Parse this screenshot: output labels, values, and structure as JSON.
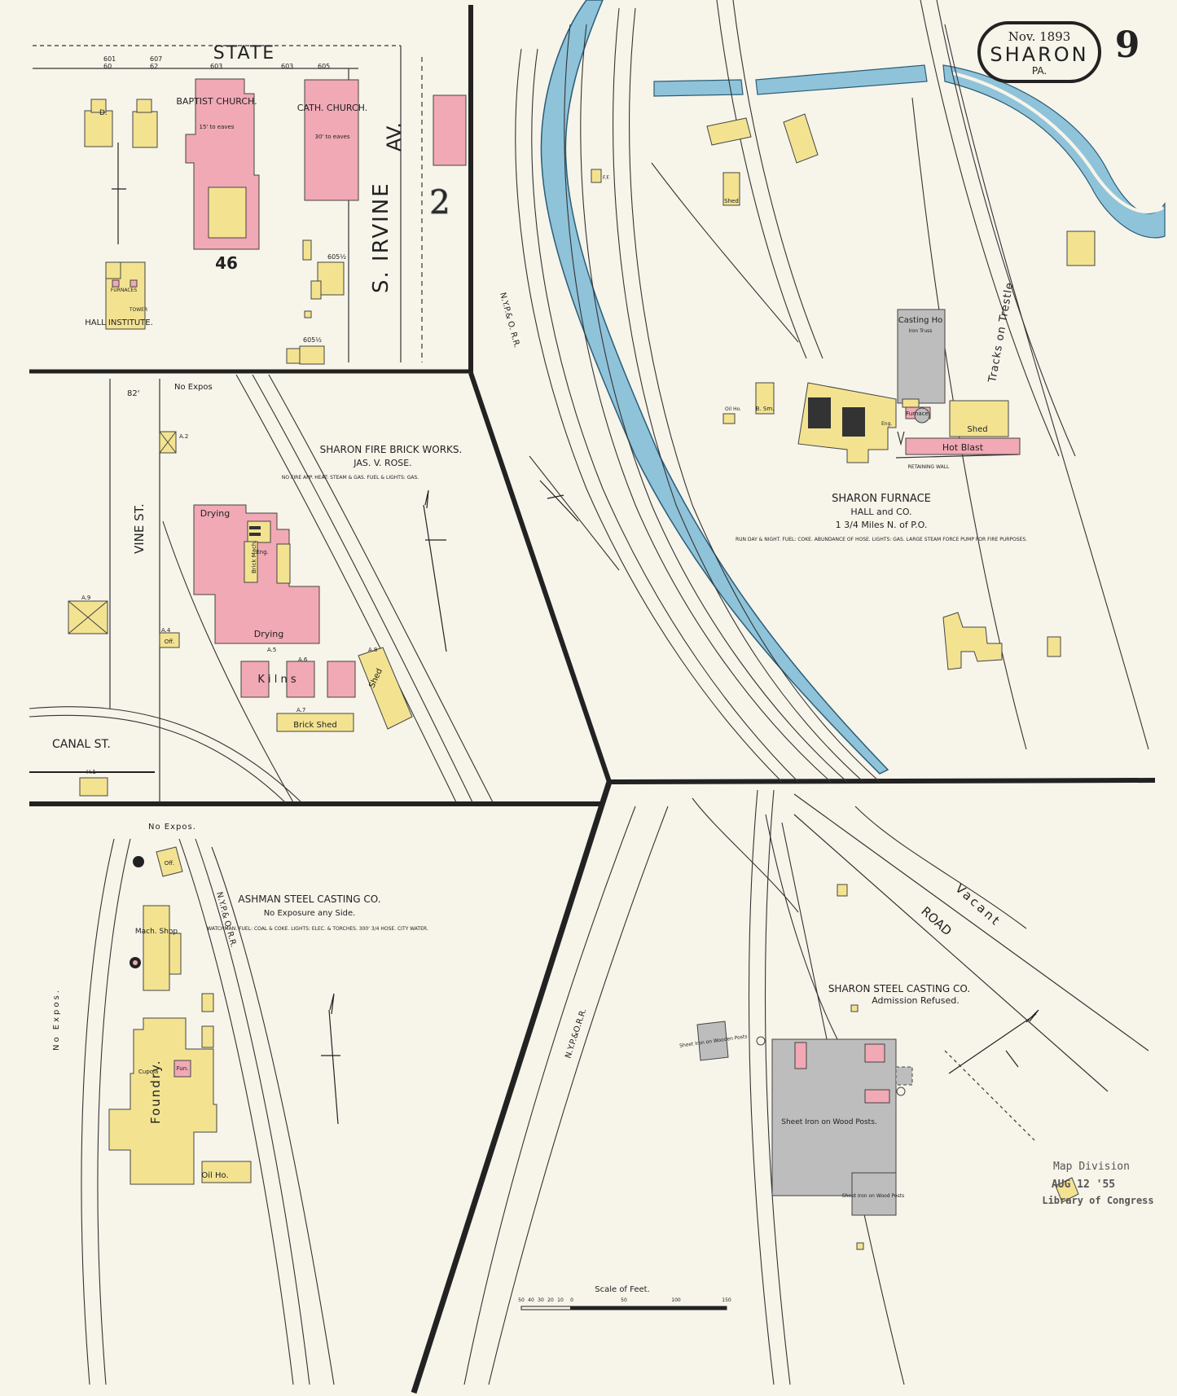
{
  "sheet": {
    "date": "Nov. 1893",
    "city": "SHARON",
    "state": "PA.",
    "page_number": "9"
  },
  "streets": {
    "state": "STATE",
    "s_irvine": "S. IRVINE",
    "av": "AV.",
    "vine": "VINE ST.",
    "canal": "CANAL ST.",
    "road": "ROAD",
    "vacant": "Vacant",
    "tracks_trestle": "Tracks on Trestle",
    "nyp_o_rr_1": "N.Y.P.& O. R.R.",
    "nyp_o_rr_2": "N.Y.P.& O. R.R.",
    "nyp_o_rr_3": "N.Y.P.&O.R.R."
  },
  "block_numbers": {
    "b46": "46",
    "b2": "2"
  },
  "address_numbers": [
    "601",
    "60",
    "607",
    "62",
    "603",
    "603",
    "605",
    "605½",
    "605½"
  ],
  "top_left": {
    "baptist_church": "BAPTIST CHURCH.",
    "baptist_note": "15' to eaves",
    "cath_church": "CATH. CHURCH.",
    "cath_note": "30' to eaves",
    "hall_institute": "HALL INSTITUTE.",
    "furnaces": "FURNACES",
    "tower": "TOWER",
    "d": "D."
  },
  "brick_works": {
    "title": "SHARON FIRE BRICK WORKS.",
    "owner": "JAS. V. ROSE.",
    "notes": "NO FIRE APP. HEAT: STEAM & GAS. FUEL & LIGHTS: GAS.",
    "drying1": "Drying",
    "drying2": "Drying",
    "kilns": "K i l n s",
    "shed": "Shed",
    "brick_shed": "Brick Shed",
    "eng": "Eng.",
    "brick_mach": "Brick Mach.",
    "no_expos": "No Expos",
    "off": "Off.",
    "dist_82": "82'",
    "a_labels": [
      "A.2",
      "A.4",
      "A.5",
      "A.6",
      "A.7",
      "A.8",
      "A.9",
      "H.1"
    ]
  },
  "furnace": {
    "title": "SHARON FURNACE",
    "owner": "HALL and CO.",
    "distance": "1 3/4 Miles N. of P.O.",
    "notes": "RUN DAY & NIGHT. FUEL: COKE. ABUNDANCE OF HOSE. LIGHTS: GAS. LARGE STEAM FORCE PUMP FOR FIRE PURPOSES.",
    "casting_ho": "Casting Ho",
    "casting_note": "Iron Truss",
    "furnace": "Furnace",
    "hot_blast": "Hot Blast",
    "shed": "Shed",
    "retaining_wall": "RETAINING WALL",
    "b_sm": "B. Sm.",
    "oil_ho": "Oil Ho.",
    "ff": "F.F.",
    "shed2": "Shed",
    "eng": "Eng."
  },
  "ashman": {
    "title": "ASHMAN STEEL CASTING CO.",
    "exposure": "No Exposure any Side.",
    "notes": "WATCHMAN. FUEL: COAL & COKE. LIGHTS: ELEC. & TORCHES. 300' 3/4 HOSE. CITY WATER.",
    "foundry": "Foundry.",
    "mach_shop": "Mach. Shop",
    "cupola": "Cupola",
    "fun": "Fun.",
    "oil_ho": "Oil Ho.",
    "off": "Off.",
    "no_expos_top": "No Expos.",
    "no_expos_side": "No Expos."
  },
  "sharon_steel": {
    "title": "SHARON STEEL CASTING CO.",
    "note": "Admission Refused.",
    "main": "Sheet Iron on Wood Posts.",
    "small1": "Sheet Iron on Wooden Posts",
    "small2": "Sheet Iron on Wood Posts"
  },
  "scale": {
    "title": "Scale of Feet.",
    "ticks": [
      "50",
      "40",
      "30",
      "20",
      "10",
      "0",
      "50",
      "100",
      "150"
    ]
  },
  "stamp": {
    "line1": "Map Division",
    "line2": "AUG 12 '55",
    "line3": "Library of Congress"
  },
  "colors": {
    "brick": "#f0a9b5",
    "frame": "#f3e391",
    "iron": "#bdbdbd",
    "water": "#8fc3d9",
    "paper": "#f7f4ea",
    "ink": "#222222"
  }
}
